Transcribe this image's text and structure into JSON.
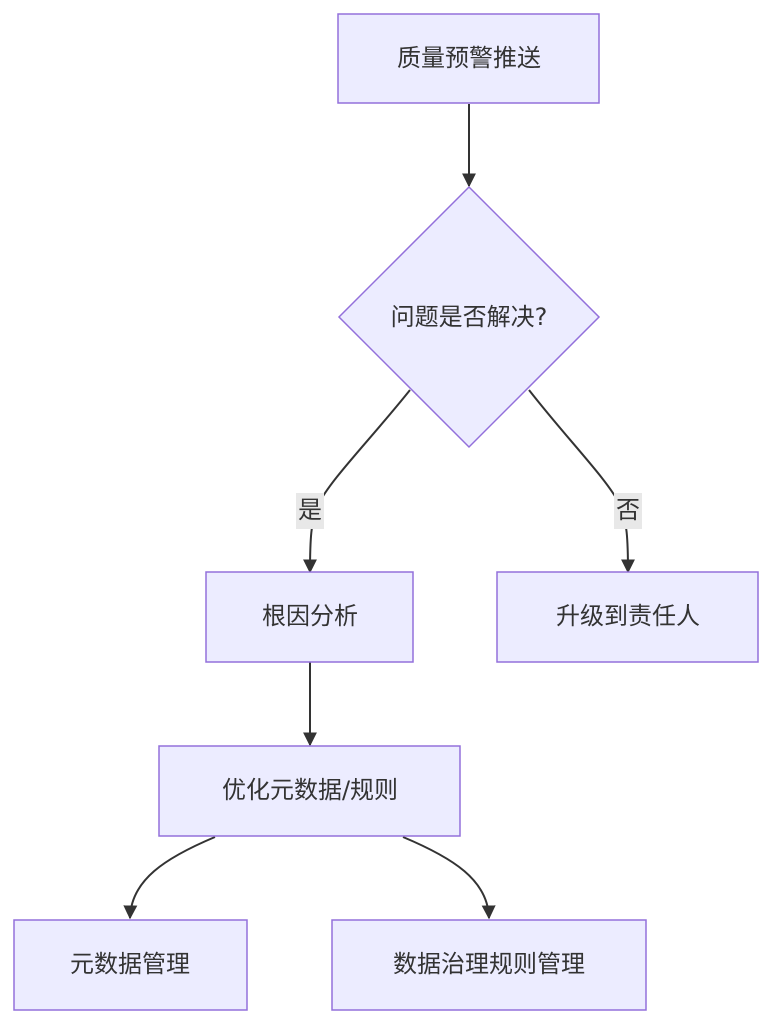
{
  "diagram": {
    "nodes": {
      "quality_alert_push": "质量预警推送",
      "issue_resolved": "问题是否解决?",
      "root_cause_analysis": "根因分析",
      "escalate_to_owner": "升级到责任人",
      "optimize_metadata_rules": "优化元数据/规则",
      "metadata_management": "元数据管理",
      "governance_rules_management": "数据治理规则管理"
    },
    "edge_labels": {
      "yes": "是",
      "no": "否"
    },
    "colors": {
      "node_fill": "#ececff",
      "node_stroke": "#9370db",
      "edge": "#333333",
      "edge_label_bg": "#e8e8e8"
    }
  }
}
